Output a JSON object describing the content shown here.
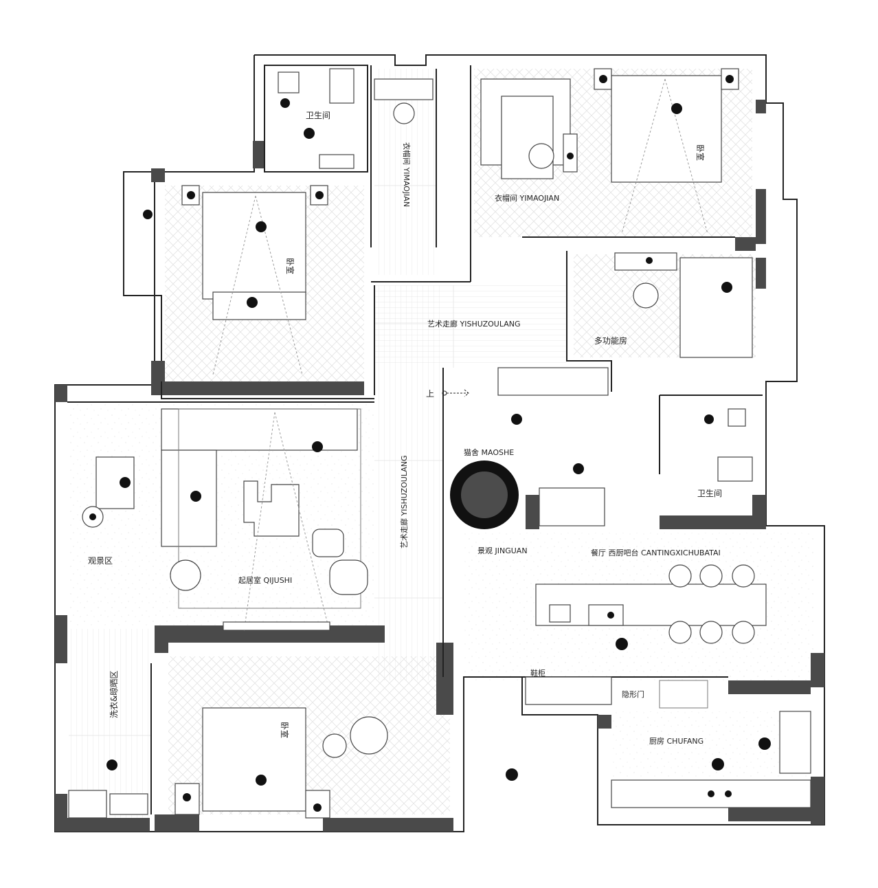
{
  "rooms": {
    "bathroom_top": "卫生间",
    "closet_vertical": "衣帽间 YIMAOJIAN",
    "closet_right": "衣帽间 YIMAOJIAN",
    "bedroom_top_right": "卧室",
    "bedroom_left": "卧室",
    "art_corridor_horizontal": "艺术走廊 YISHUZOULANG",
    "multifunction_room": "多功能房",
    "cat_house": "猫舍 MAOSHE",
    "up_marker": "上",
    "bathroom_right": "卫生间",
    "view_area": "观景区",
    "living_room": "起居室 QIJUSHI",
    "art_corridor_vertical": "艺术走廊 YISHUZOULANG",
    "landscape": "景观 JINGUAN",
    "dining": "餐厅 西厨吧台 CANTINGXICHUBATAI",
    "laundry": "洗衣&晾晒区",
    "bedroom_bottom": "卧室",
    "shoe_cabinet": "鞋柜",
    "hidden_door": "隐形门",
    "kitchen": "厨房 CHUFANG"
  },
  "colors": {
    "wall": "#4a4a4a",
    "line": "#222222",
    "background": "#ffffff"
  }
}
